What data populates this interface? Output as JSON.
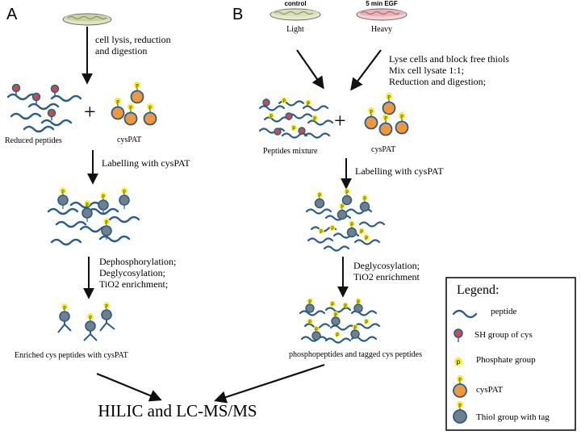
{
  "panels": {
    "a_label": "A",
    "b_label": "B"
  },
  "left": {
    "step1_line1": "cell lysis, reduction",
    "step1_line2": "and digestion",
    "reduced_peptides": "Reduced peptides",
    "cyspat": "cysPAT",
    "plus": "+",
    "labelling": "Labelling with cysPAT",
    "step3_line1": "Dephosphorylation;",
    "step3_line2": "Deglycosylation;",
    "step3_line3": "TiO2 enrichment;",
    "enriched": "Enriched cys peptides with cysPAT"
  },
  "right": {
    "dish_control_title": "control",
    "dish_control_label": "Light",
    "dish_egf_title": "5 min EGF",
    "dish_egf_label": "Heavy",
    "step1_line1": "Lyse cells and block free thiols",
    "step1_line2": "Mix cell lysate 1:1;",
    "step1_line3": "Reduction and digestion;",
    "peptides_mixture": "Peptides mixture",
    "cyspat": "cysPAT",
    "plus": "+",
    "labelling": "Labelling with cysPAT",
    "step3_line1": "Deglycosylation;",
    "step3_line2": "TiO2 enrichment",
    "result": "phosphopeptides  and tagged cys peptides"
  },
  "final": "HILIC and LC-MS/MS",
  "legend": {
    "title": "Legend:",
    "items": [
      {
        "label": "peptide",
        "icon": "peptide-icon"
      },
      {
        "label": "SH group of cys",
        "icon": "sh-group-icon"
      },
      {
        "label": "Phosphate group",
        "icon": "phosphate-icon"
      },
      {
        "label": "cysPAT",
        "icon": "cyspat-icon"
      },
      {
        "label": "Thiol group with tag",
        "icon": "thiol-tag-icon"
      }
    ]
  },
  "glyph": "p",
  "colors": {
    "peptide": "#2a5d8a",
    "cyspat_fill": "#f2973a",
    "sh_fill": "#c94c4c",
    "phosphate": "#f7f21a",
    "tag_fill": "#6f7f8c",
    "dish_light": "#d8dfb8",
    "dish_heavy": "#e7b3b7"
  }
}
